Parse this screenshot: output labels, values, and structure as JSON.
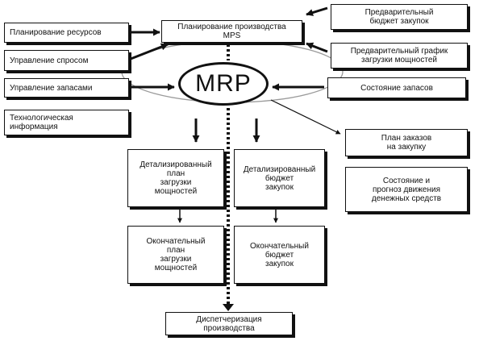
{
  "diagram": {
    "center_label": "MRP",
    "top_box": "Планирование производства\nMPS",
    "left": {
      "resource_planning": "Планирование ресурсов",
      "demand_management": "Управление спросом",
      "inventory_management": "Управление запасами",
      "technological_info": "Технологическая\nинформация"
    },
    "right": {
      "preliminary_budget": "Предварительный\nбюджет закупок",
      "preliminary_capacity": "Предварительный  график\nзагрузки мощностей",
      "inventory_status": "Состояние запасов",
      "purchase_plan": "План заказов\nна закупку",
      "cash_flow": "Состояние и\nпрогноз движения\nденежных средств"
    },
    "middle": {
      "detailed_capacity_plan": "Детализированный\nплан\nзагрузки\nмощностей",
      "detailed_budget": "Детализированный\nбюджет\nзакупок",
      "final_capacity_plan": "Окончательный\nплан\nзагрузки\nмощностей",
      "final_budget": "Окончательный\nбюджет\nзакупок"
    },
    "bottom_box": "Диспетчеризация\nпроизводства"
  }
}
